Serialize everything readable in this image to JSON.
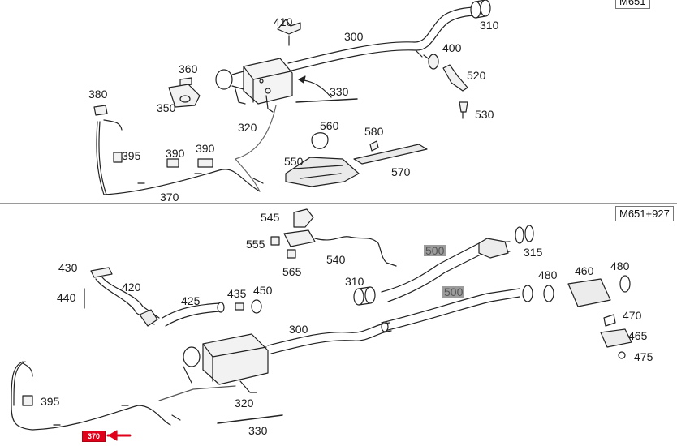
{
  "variants": {
    "top": "M651",
    "bottom": "M651+927"
  },
  "colors": {
    "accent": "#e0001a",
    "highlight": "#9c9c9c",
    "line": "#222222"
  },
  "top_labels": {
    "l410": "410",
    "l300": "300",
    "l310": "310",
    "l400": "400",
    "l360": "360",
    "l520": "520",
    "l380": "380",
    "l330": "330",
    "l350": "350",
    "l530": "530",
    "l320": "320",
    "l560": "560",
    "l580": "580",
    "l395": "395",
    "l390a": "390",
    "l390b": "390",
    "l550": "550",
    "l570": "570",
    "l370": "370"
  },
  "bottom_labels": {
    "l545": "545",
    "l555": "555",
    "l500a": "500",
    "l315": "315",
    "l540": "540",
    "l565": "565",
    "l430": "430",
    "l480a": "480",
    "l460": "460",
    "l480b": "480",
    "l420": "420",
    "l310": "310",
    "l500b": "500",
    "l440": "440",
    "l425": "425",
    "l435": "435",
    "l450": "450",
    "l470": "470",
    "l300": "300",
    "l465": "465",
    "l475": "475",
    "l395": "395",
    "l320": "320",
    "l330": "330"
  },
  "highlighted_part": "370"
}
